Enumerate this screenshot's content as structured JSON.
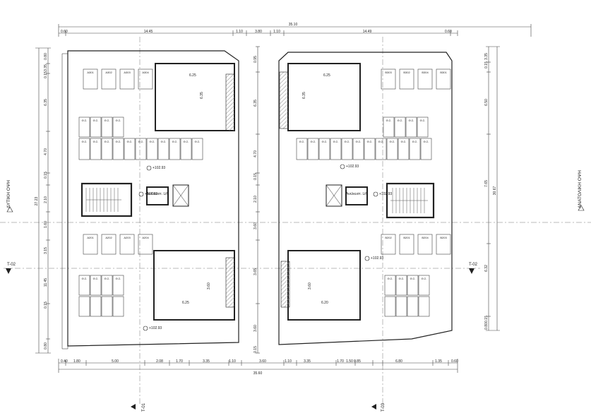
{
  "dims": {
    "top_total": "35.10",
    "top": [
      "0.60",
      "14.45",
      "1.10",
      "3.80",
      "1.10",
      "14.49",
      "0.60"
    ],
    "bottom_total": "35.60",
    "bottom": [
      "0.40",
      "1.80",
      "5.00",
      "2.08",
      "1.70",
      "3.35",
      "1.10",
      "3.60",
      "1.10",
      "3.35",
      "1.70",
      "1.50",
      "0.85",
      "6.80",
      "1.35",
      "0.60"
    ],
    "left_vertical": [
      "0.80",
      "3.35",
      "0.15",
      "6.35",
      "4.70",
      "0.15",
      "2.10",
      "1.60",
      "3.15",
      "11.45",
      "0.15",
      "0.80"
    ],
    "left_total": "27.23",
    "right_total": "30.67",
    "right_vertical": [
      "0.15",
      "3.35",
      "6.50",
      "7.65",
      "6.32",
      "0.15",
      "0.80"
    ],
    "mid_vertical": [
      "0.95",
      "6.35",
      "4.70",
      "0.15",
      "2.10",
      "3.60",
      "3.65",
      "3.60",
      "0.15"
    ]
  },
  "elevations": {
    "left_upper": "+102.93",
    "left_core": "+102.93",
    "left_lower": "+102.93",
    "right_upper": "+102.93",
    "right_core": "+102.93",
    "right_lower": "+102.93"
  },
  "labels": {
    "west_facade": "ΔΥΤΙΚΗ ΟΨΗ",
    "east_facade": "ΑΝΑΤΟΛΙΚΗ ΟΨΗ",
    "lift": "Ανελκυστ. Lift",
    "section_t01": "T-01",
    "section_t02_left": "T-02",
    "section_t02_right": "T-02",
    "section_t03": "T-03"
  },
  "room_dims": {
    "ul_w": "6.25",
    "ul_h": "6.35",
    "ur_w": "6.25",
    "ur_h": "6.35",
    "ll_w": "6.25",
    "ll_h": "3.60",
    "lr_w": "6.20",
    "lr_h": "3.60"
  },
  "parking": {
    "car_code": "Θ.Σ.",
    "top_left": [
      "Α301",
      "Α302",
      "Α303",
      "Α304"
    ],
    "top_right": [
      "Β303",
      "Β302",
      "Β304",
      "Β301"
    ],
    "bottom_left": [
      "Α201",
      "Α202",
      "Α203",
      "Α204"
    ],
    "bottom_right": [
      "Β202",
      "Β201",
      "Β204",
      "Β203"
    ]
  },
  "colors": {
    "line": "#222222",
    "thin": "#555555",
    "hatch": "#888888",
    "dash": "#777777"
  }
}
